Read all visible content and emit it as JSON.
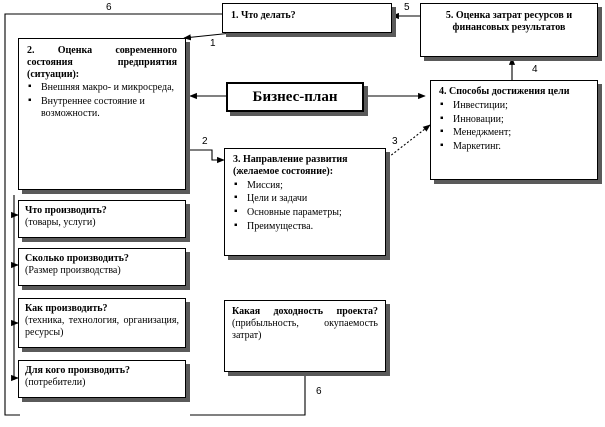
{
  "box1": {
    "title": "1. Что делать?"
  },
  "box5": {
    "title": "5. Оценка затрат ресурсов и финансовых результатов"
  },
  "box2": {
    "title": "2. Оценка современного состояния предприятия (ситуации):",
    "items": [
      "Внешняя макро- и микросреда,",
      "Внутреннее состояние и возможности."
    ]
  },
  "center": {
    "title": "Бизнес-план"
  },
  "box4": {
    "title": "4. Способы достижения цели",
    "items": [
      "Инвестиции;",
      "Инновации;",
      "Менеджмент;",
      "Маркетинг."
    ]
  },
  "box3": {
    "title": "3. Направление развития (желаемое состояние):",
    "items": [
      "Миссия;",
      "Цели и задачи",
      "Основные параметры;",
      "Преимущества."
    ]
  },
  "q1": {
    "title": "Что производить?",
    "sub": "(товары, услуги)"
  },
  "q2": {
    "title": "Сколько производить?",
    "sub": "(Размер производства)"
  },
  "q3": {
    "title": "Как производить?",
    "sub": "(техника, технология, организация, ресурсы)"
  },
  "q4": {
    "title": "Для кого производить?",
    "sub": "(потребители)"
  },
  "q5": {
    "title": "Какая доходность проекта?",
    "sub": "(прибыльность, окупаемость затрат)"
  },
  "numbers": {
    "n6_top": "6",
    "n5": "5",
    "n1": "1",
    "n4": "4",
    "n2": "2",
    "n3": "3",
    "n6_bottom": "6"
  }
}
